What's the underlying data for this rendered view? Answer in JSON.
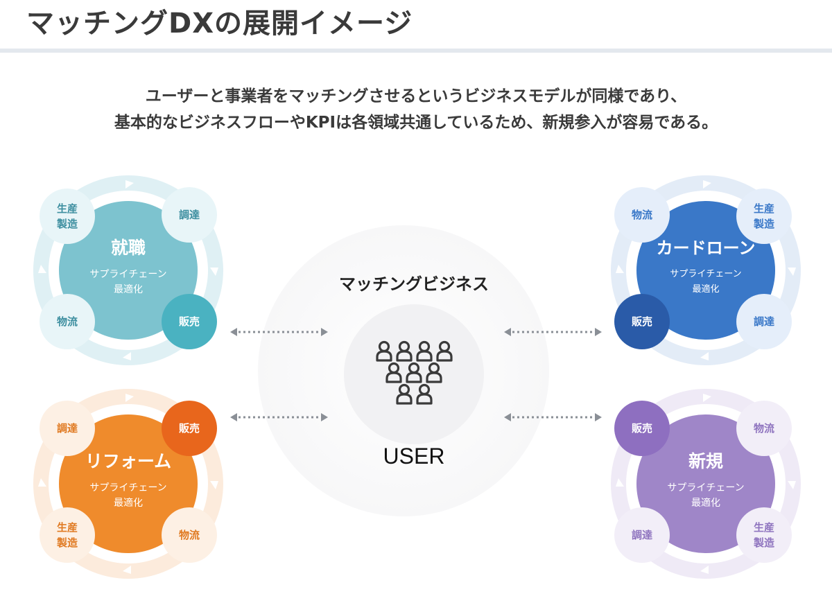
{
  "title": "マッチングDXの展開イメージ",
  "subtitle": {
    "line1": "ユーザーと事業者をマッチングさせるというビジネスモデルが同様であり、",
    "line2": "基本的なビジネスフローやKPIは各領域共通しているため、新規参入が容易である。"
  },
  "hub": {
    "label": "マッチングビジネス",
    "user_label": "USER"
  },
  "clusters": {
    "job": {
      "title": "就職",
      "sub1": "サプライチェーン",
      "sub2": "最適化",
      "sat_tl1": "生産",
      "sat_tl2": "製造",
      "sat_tr": "調達",
      "sat_bl": "物流",
      "sat_br": "販売"
    },
    "card": {
      "title": "カードローン",
      "sub1": "サプライチェーン",
      "sub2": "最適化",
      "sat_tl": "物流",
      "sat_tr1": "生産",
      "sat_tr2": "製造",
      "sat_bl": "販売",
      "sat_br": "調達"
    },
    "reform": {
      "title": "リフォーム",
      "sub1": "サプライチェーン",
      "sub2": "最適化",
      "sat_tl": "調達",
      "sat_tr": "販売",
      "sat_bl1": "生産",
      "sat_bl2": "製造",
      "sat_br": "物流"
    },
    "new": {
      "title": "新規",
      "sub1": "サプライチェーン",
      "sub2": "最適化",
      "sat_tl": "販売",
      "sat_tr": "物流",
      "sat_bl": "調達",
      "sat_br1": "生産",
      "sat_br2": "製造"
    }
  },
  "colors": {
    "job_main": "#7dc3cf",
    "job_ring": "#dff0f4",
    "job_sat": "#e8f5f8",
    "job_accent": "#4ab2c1",
    "job_text": "#3e8fa0",
    "card_main": "#3a78c8",
    "card_ring": "#e3ecf7",
    "card_sat": "#e5eefa",
    "card_accent": "#2a5ba8",
    "card_text": "#3a78c8",
    "reform_main": "#ef8b2c",
    "reform_ring": "#fcebdc",
    "reform_sat": "#fdf0e4",
    "reform_accent": "#e8661c",
    "reform_text": "#e07a22",
    "new_main": "#9f86c8",
    "new_ring": "#efeaf6",
    "new_sat": "#f2eef8",
    "new_accent": "#8e6fc0",
    "new_text": "#8f74bf"
  }
}
